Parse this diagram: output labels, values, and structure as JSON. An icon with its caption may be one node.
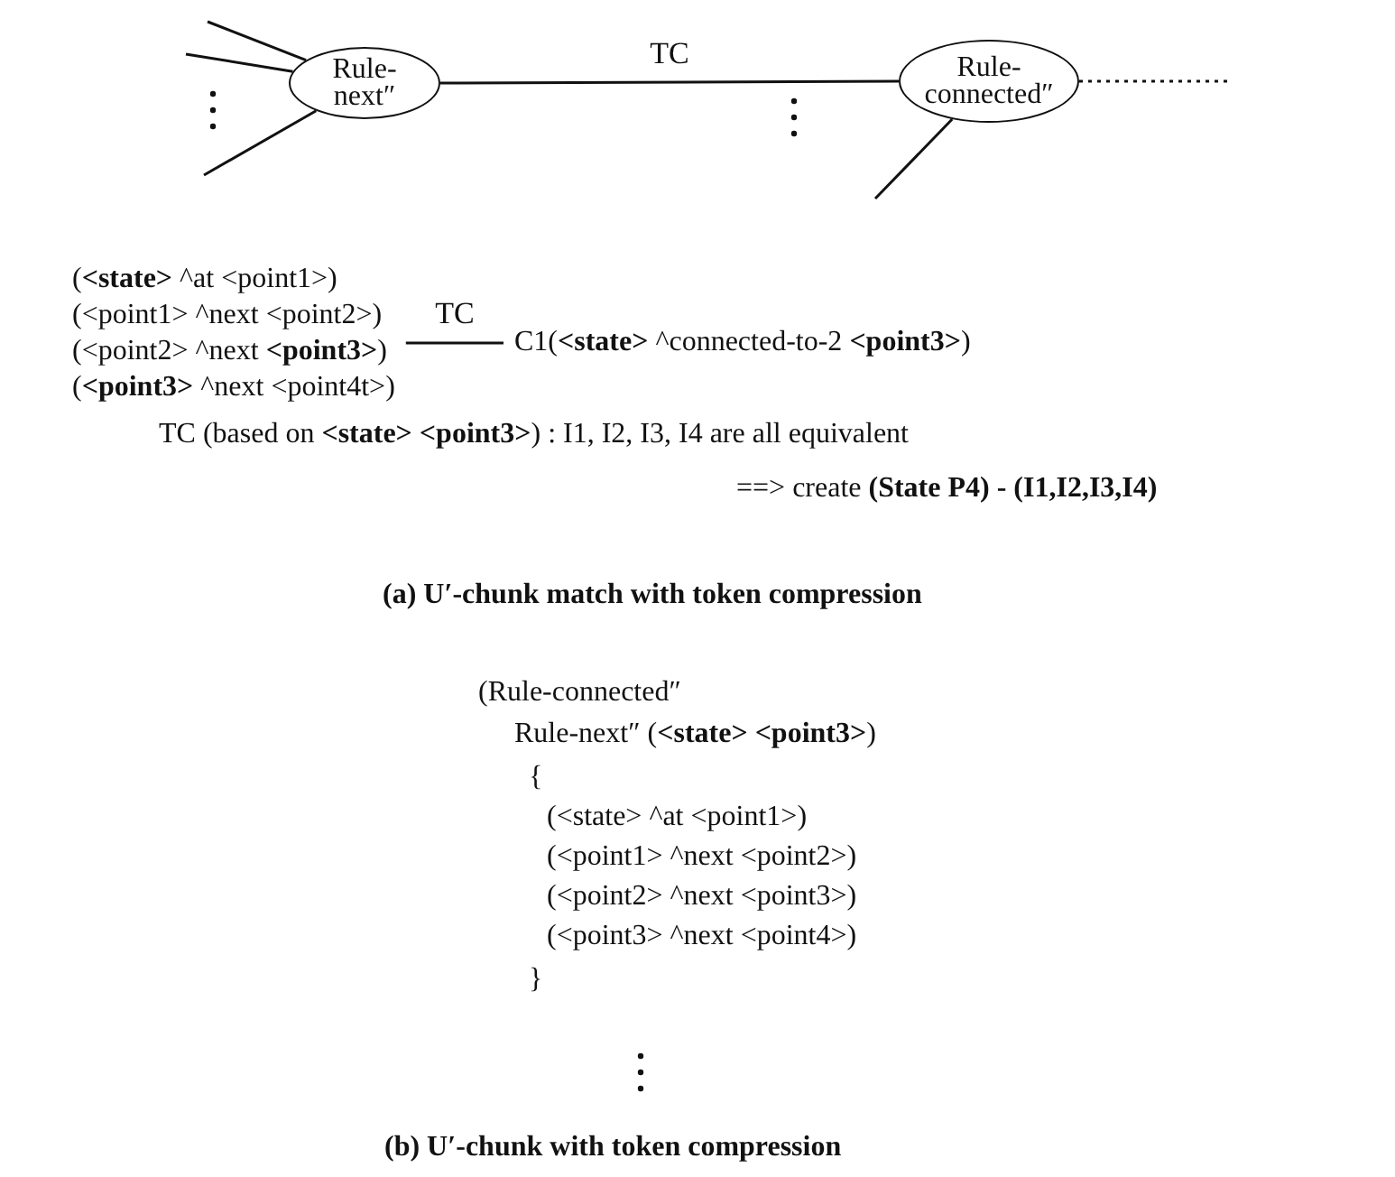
{
  "diagram": {
    "nodes": [
      {
        "text": [
          "Rule-next″"
        ]
      },
      {
        "text": [
          "Rule-connected″"
        ]
      },
      {
        "text": [
          "(**<state>** ^at <point1>)",
          "(<point1> ^next <point2>)",
          "(<point2> ^next **<point3>**)",
          "(**<point3>** ^next <point4t>)"
        ]
      },
      {
        "text": [
          "C1(**<state>** ^connected-to-2 **<point3>**)"
        ]
      }
    ],
    "edges": [
      {
        "from": 0,
        "to": 1,
        "arrow": "none",
        "label": "TC"
      },
      {
        "from": null,
        "to": 0,
        "arrow": "none"
      },
      {
        "from": null,
        "to": 0,
        "arrow": "none"
      },
      {
        "from": null,
        "to": 0,
        "arrow": "none"
      },
      {
        "from": null,
        "to": 1,
        "arrow": "none"
      },
      {
        "from": 1,
        "to": null,
        "arrow": "none",
        "style": "dashed"
      },
      {
        "from": 2,
        "to": 3,
        "arrow": "none",
        "label": "TC"
      }
    ],
    "labels": [
      "TC (based on **<state> <point3>**) : I1, I2, I3, I4 are all equivalent",
      "==> create **(State P4) - (I1,I2,I3,I4)**",
      "(a) U′-chunk match with token compression",
      "(Rule-connected″",
      "Rule-next″ (**<state> <point3>**)",
      "{",
      "(<state> ^at <point1>)",
      "(<point1> ^next <point2>)",
      "(<point2> ^next <point3>)",
      "(<point3> ^next <point4>)",
      "}",
      "(b) U′-chunk with token compression"
    ]
  }
}
